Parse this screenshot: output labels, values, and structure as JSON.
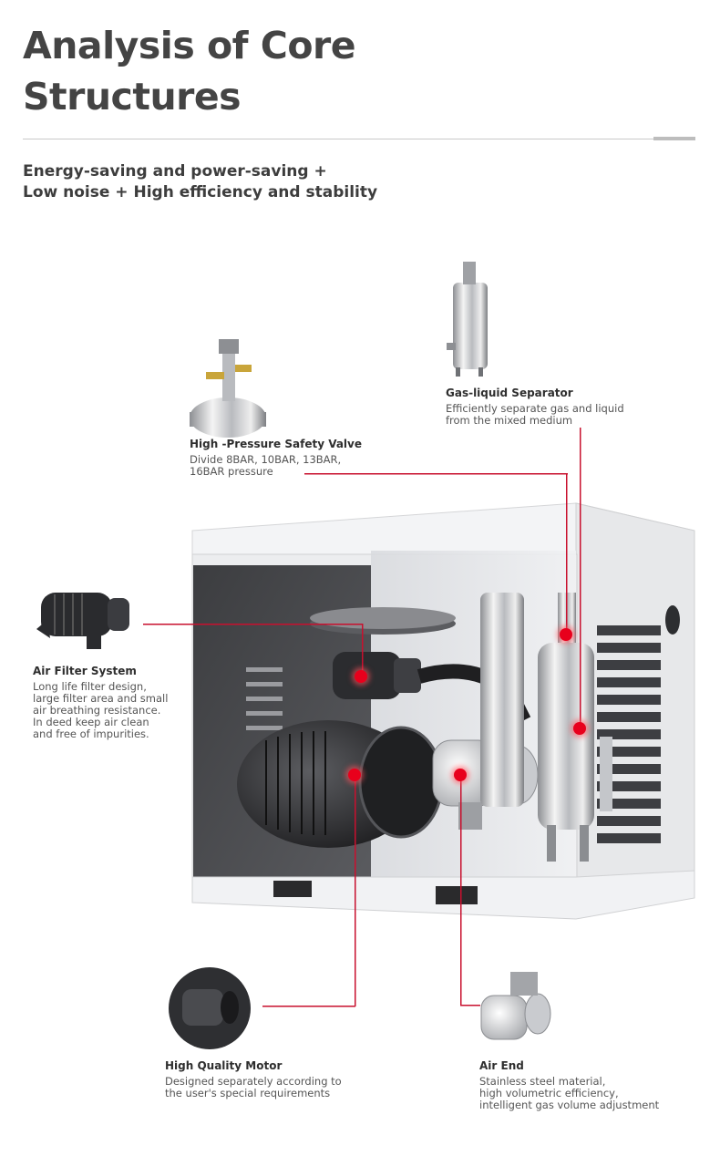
{
  "header": {
    "title": "Analysis of Core Structures",
    "subtitle_line1": "Energy-saving and power-saving +",
    "subtitle_line2": "Low noise + High efficiency and stability"
  },
  "components": {
    "safety_valve": {
      "title": "High -Pressure Safety  Valve",
      "desc_line1": "Divide 8BAR, 10BAR, 13BAR,",
      "desc_line2": "16BAR pressure"
    },
    "separator": {
      "title": "Gas-liquid Separator",
      "desc_line1": "Efficiently separate gas and liquid",
      "desc_line2": "from the mixed medium"
    },
    "air_filter": {
      "title": "Air Filter System",
      "desc_line1": "Long life filter design,",
      "desc_line2": "large filter area and small",
      "desc_line3": "air breathing resistance.",
      "desc_line4": "In deed keep air clean",
      "desc_line5": "and free of impurities."
    },
    "motor": {
      "title": "High Quality Motor",
      "desc_line1": "Designed separately according to",
      "desc_line2": "the user's special requirements"
    },
    "air_end": {
      "title": "Air  End",
      "desc_line1": "Stainless steel material,",
      "desc_line2": "high volumetric efficiency,",
      "desc_line3": "intelligent gas volume adjustment"
    }
  },
  "colors": {
    "accent": "#c8102e",
    "hotspot": "#e8001c",
    "heading": "#444444"
  }
}
